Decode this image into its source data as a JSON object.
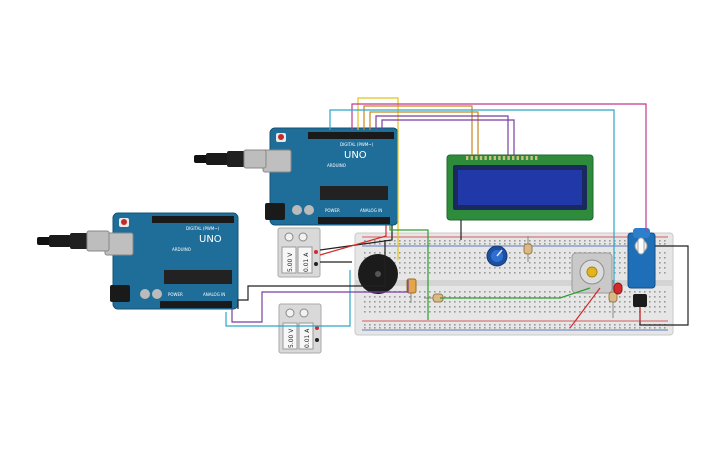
{
  "arduino_top": {
    "model": "UNO",
    "brand": "ARDUINO",
    "digital_label": "DIGITAL (PWM~)",
    "analog_label": "ANALOG IN",
    "power_label": "POWER"
  },
  "arduino_bottom": {
    "model": "UNO",
    "brand": "ARDUINO",
    "digital_label": "DIGITAL (PWM~)",
    "analog_label": "ANALOG IN",
    "power_label": "POWER"
  },
  "power_supply_top": {
    "voltage": "5.00 V",
    "current": "0.01 A"
  },
  "power_supply_bottom": {
    "voltage": "5.00 V",
    "current": "0.01 A"
  },
  "colors": {
    "arduino": "#1f6e9a",
    "breadboard": "#e4e4e4",
    "lcd_board": "#2e8b3b",
    "lcd_screen": "#1b2c8a",
    "wire_yellow": "#e6c21a",
    "wire_orange": "#c8861e",
    "wire_purple": "#7b3fa0",
    "wire_pink": "#c0388f",
    "wire_cyan": "#2aa7c9",
    "wire_green": "#2f9e2f",
    "wire_red": "#d12b2b",
    "wire_black": "#222222"
  }
}
